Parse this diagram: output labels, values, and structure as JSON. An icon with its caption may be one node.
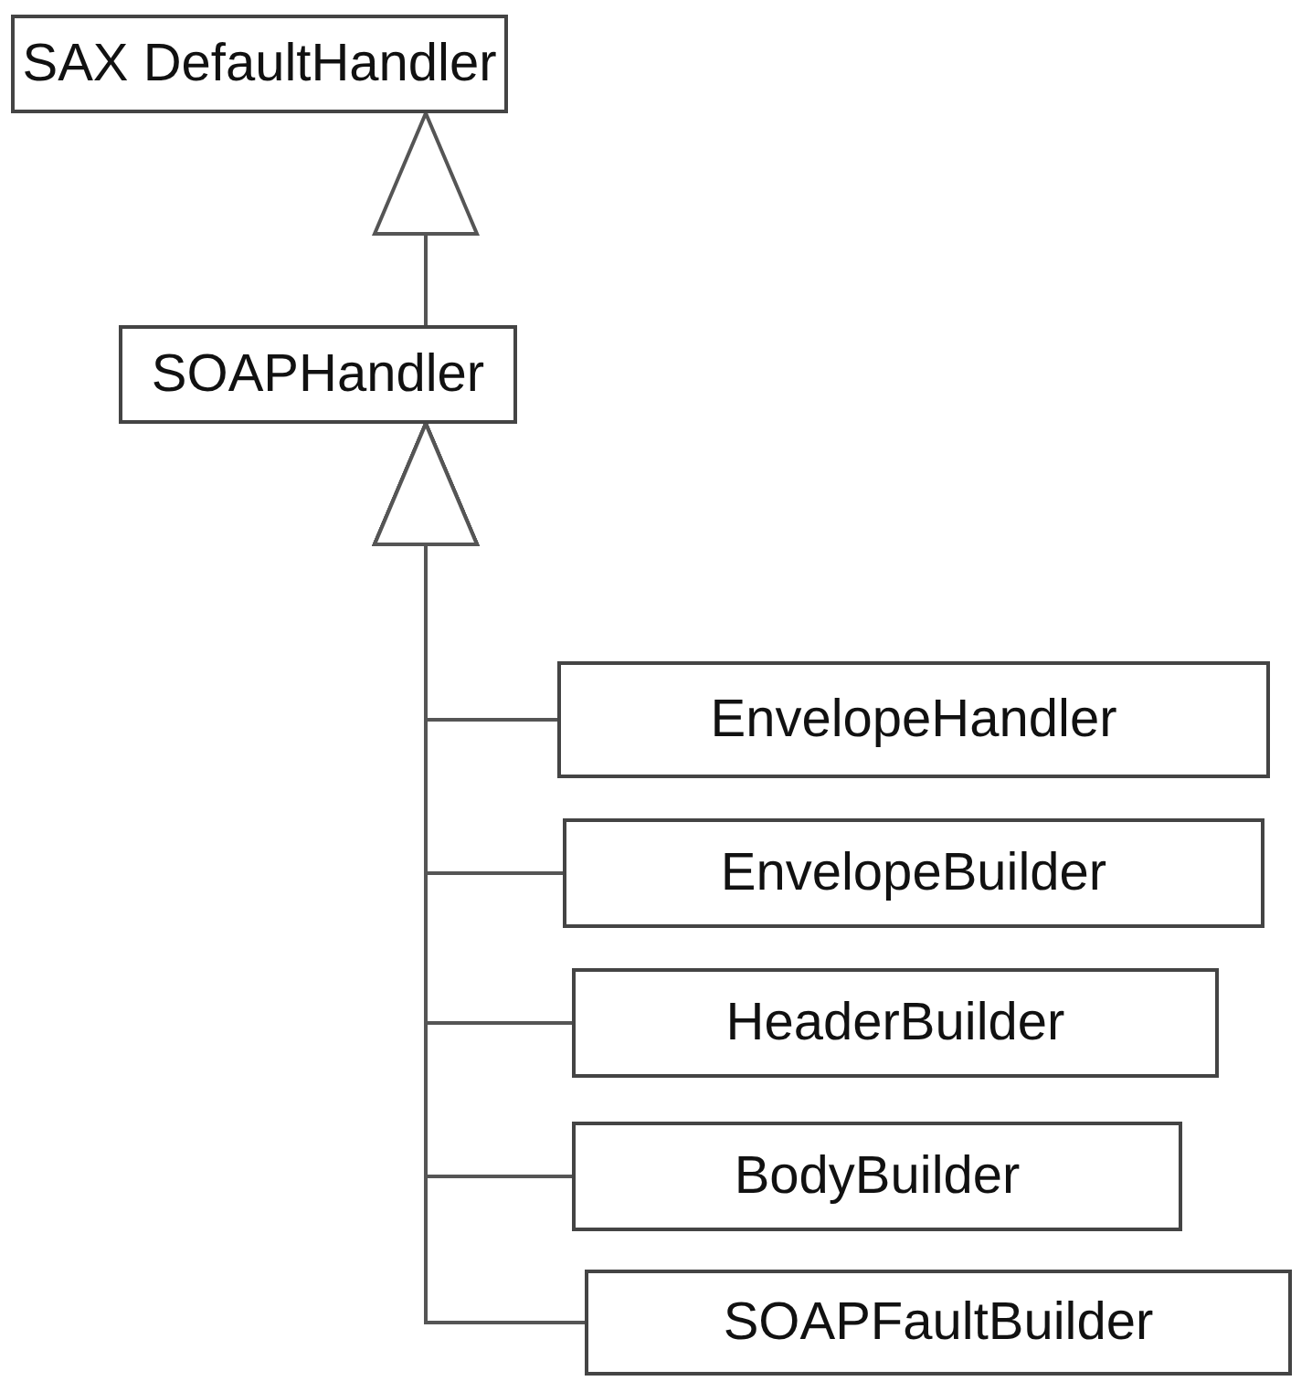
{
  "diagram": {
    "nodes": [
      {
        "text": [
          "SAX DefaultHandler"
        ]
      },
      {
        "text": [
          "SOAPHandler"
        ]
      },
      {
        "text": [
          "EnvelopeHandler"
        ]
      },
      {
        "text": [
          "EnvelopeBuilder"
        ]
      },
      {
        "text": [
          "HeaderBuilder"
        ]
      },
      {
        "text": [
          "BodyBuilder"
        ]
      },
      {
        "text": [
          "SOAPFaultBuilder"
        ]
      }
    ],
    "edges": [
      {
        "from": 1,
        "to": 0,
        "arrow": "to"
      },
      {
        "from": 2,
        "to": 1,
        "arrow": "to"
      },
      {
        "from": 3,
        "to": 1,
        "arrow": "to"
      },
      {
        "from": 4,
        "to": 1,
        "arrow": "to"
      },
      {
        "from": 5,
        "to": 1,
        "arrow": "to"
      },
      {
        "from": 6,
        "to": 1,
        "arrow": "to"
      }
    ]
  }
}
